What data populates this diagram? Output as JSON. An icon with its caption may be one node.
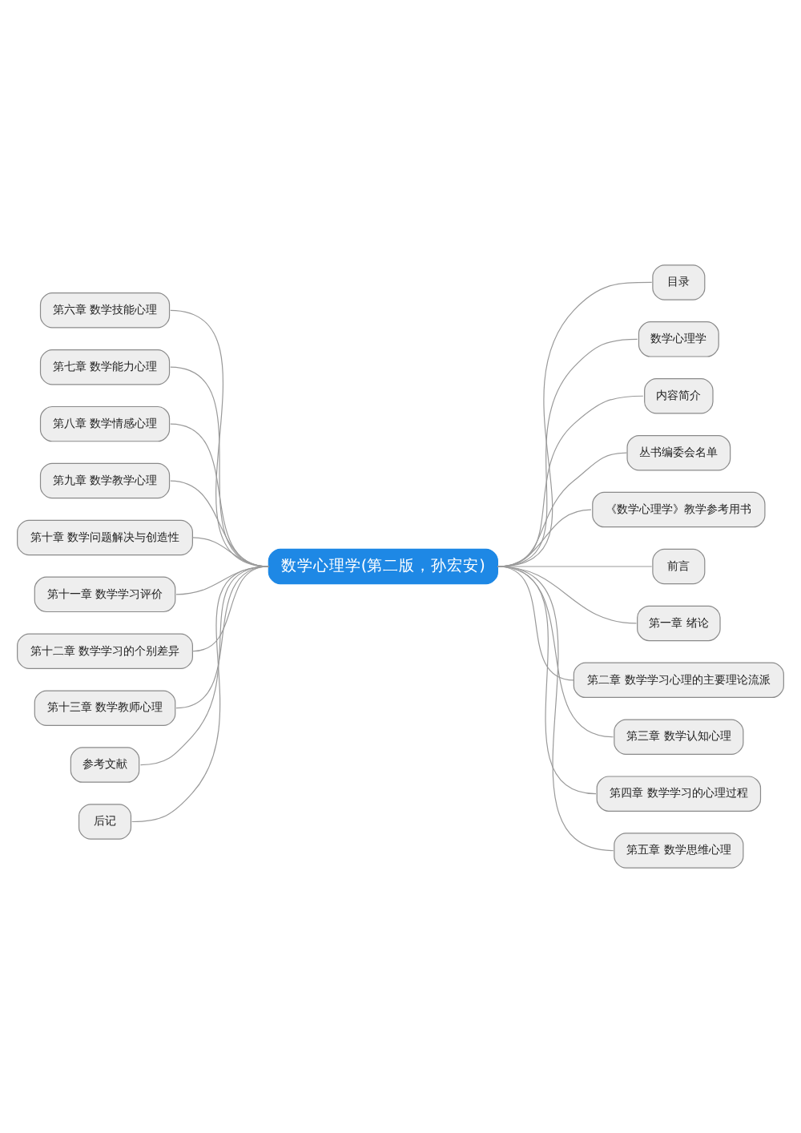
{
  "diagram": {
    "nodes": [
      {
        "text": [
          "数学心理学(第二版，孙宏安)"
        ]
      },
      {
        "text": [
          "目录"
        ]
      },
      {
        "text": [
          "数学心理学"
        ]
      },
      {
        "text": [
          "内容简介"
        ]
      },
      {
        "text": [
          "丛书编委会名单"
        ]
      },
      {
        "text": [
          "《数学心理学》教学参考用书"
        ]
      },
      {
        "text": [
          "前言"
        ]
      },
      {
        "text": [
          "第一章 绪论"
        ]
      },
      {
        "text": [
          "第二章 数学学习心理的主要理论流派"
        ]
      },
      {
        "text": [
          "第三章 数学认知心理"
        ]
      },
      {
        "text": [
          "第四章 数学学习的心理过程"
        ]
      },
      {
        "text": [
          "第五章 数学思维心理"
        ]
      },
      {
        "text": [
          "第六章 数学技能心理"
        ]
      },
      {
        "text": [
          "第七章 数学能力心理"
        ]
      },
      {
        "text": [
          "第八章 数学情感心理"
        ]
      },
      {
        "text": [
          "第九章 数学教学心理"
        ]
      },
      {
        "text": [
          "第十章 数学问题解决与创造性"
        ]
      },
      {
        "text": [
          "第十一章 数学学习评价"
        ]
      },
      {
        "text": [
          "第十二章 数学学习的个别差异"
        ]
      },
      {
        "text": [
          "第十三章 数学教师心理"
        ]
      },
      {
        "text": [
          "参考文献"
        ]
      },
      {
        "text": [
          "后记"
        ]
      }
    ],
    "edges": [
      {
        "from": 0,
        "to": 1,
        "arrow": "none"
      },
      {
        "from": 0,
        "to": 2,
        "arrow": "none"
      },
      {
        "from": 0,
        "to": 3,
        "arrow": "none"
      },
      {
        "from": 0,
        "to": 4,
        "arrow": "none"
      },
      {
        "from": 0,
        "to": 5,
        "arrow": "none"
      },
      {
        "from": 0,
        "to": 6,
        "arrow": "none"
      },
      {
        "from": 0,
        "to": 7,
        "arrow": "none"
      },
      {
        "from": 0,
        "to": 8,
        "arrow": "none"
      },
      {
        "from": 0,
        "to": 9,
        "arrow": "none"
      },
      {
        "from": 0,
        "to": 10,
        "arrow": "none"
      },
      {
        "from": 0,
        "to": 11,
        "arrow": "none"
      },
      {
        "from": 0,
        "to": 12,
        "arrow": "none"
      },
      {
        "from": 0,
        "to": 13,
        "arrow": "none"
      },
      {
        "from": 0,
        "to": 14,
        "arrow": "none"
      },
      {
        "from": 0,
        "to": 15,
        "arrow": "none"
      },
      {
        "from": 0,
        "to": 16,
        "arrow": "none"
      },
      {
        "from": 0,
        "to": 17,
        "arrow": "none"
      },
      {
        "from": 0,
        "to": 18,
        "arrow": "none"
      },
      {
        "from": 0,
        "to": 19,
        "arrow": "none"
      },
      {
        "from": 0,
        "to": 20,
        "arrow": "none"
      },
      {
        "from": 0,
        "to": 21,
        "arrow": "none"
      }
    ]
  }
}
